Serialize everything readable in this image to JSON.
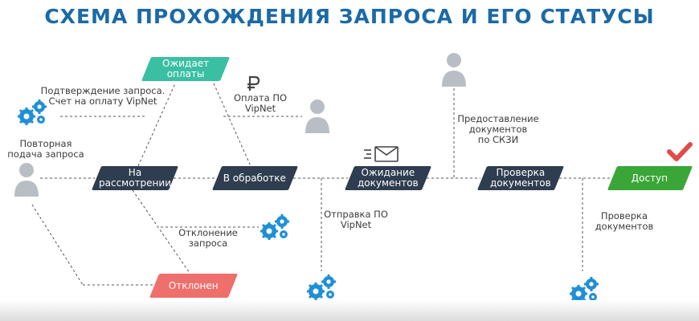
{
  "title": "СХЕМА ПРОХОЖДЕНИЯ ЗАПРОСА И ЕГО СТАТУСЫ",
  "colors": {
    "title": "#1b6aa6",
    "status_dark": "#2e3d4f",
    "status_waiting_payment": "#3bbfa3",
    "status_rejected": "#ef6f6c",
    "status_access": "#3aa637",
    "gear": "#1f8fd6",
    "person": "#b9bec4",
    "check": "#e04b4b"
  },
  "statuses": {
    "awaiting_payment": "Ожидает\nоплаты",
    "under_review": "На\nрассмотрении",
    "in_processing": "В обработке",
    "awaiting_documents": "Ожидание\nдокументов",
    "document_check": "Проверка\nдокументов",
    "access": "Доступ",
    "rejected": "Отклонен"
  },
  "labels": {
    "confirmation": "Подтверждение запроса.\nСчет на оплату VipNet",
    "payment": "Оплата ПО\nVipNet",
    "resubmit": "Повторная\nподача запроса",
    "rejection": "Отклонение\nзапроса",
    "send_software": "Отправка ПО\nVipNet",
    "provide_documents": "Предоставление\nдокументов\nпо СКЗИ",
    "check_documents": "Проверка\nдокументов"
  },
  "icons": {
    "person": "person-icon",
    "gear": "gears-icon",
    "ruble": "ruble-icon",
    "mail": "mail-icon",
    "check": "checkmark-icon"
  }
}
